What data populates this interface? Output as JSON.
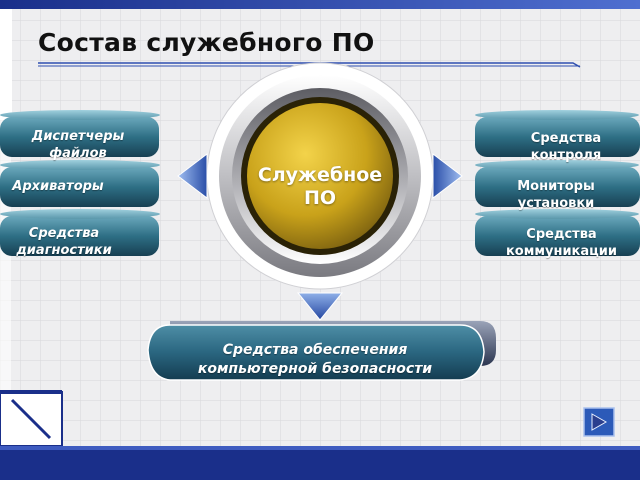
{
  "slide": {
    "title": "Состав служебного ПО",
    "center": {
      "label": "Служебное\nПО"
    },
    "left_items": [
      {
        "label": "Диспетчеры\nфайлов",
        "italic": true
      },
      {
        "label": "Архиваторы",
        "italic": true
      },
      {
        "label": "Средства\nдиагностики",
        "italic": true
      }
    ],
    "right_items": [
      {
        "label": "Средства\nконтроля",
        "italic": false
      },
      {
        "label": "Мониторы\nустановки",
        "italic": false
      },
      {
        "label": "Средства\nкоммуникации",
        "italic": false
      }
    ],
    "bottom": {
      "label": "Средства обеспечения\nкомпьютерной  безопасности"
    },
    "nav": {
      "icon": "play-next-icon"
    }
  },
  "colors": {
    "teal_light": "#5a9bb0",
    "teal_dark": "#1d5468",
    "gold": "#c9a21a",
    "arrow_blue": "#3c62b4",
    "navy": "#1a2f8a"
  }
}
